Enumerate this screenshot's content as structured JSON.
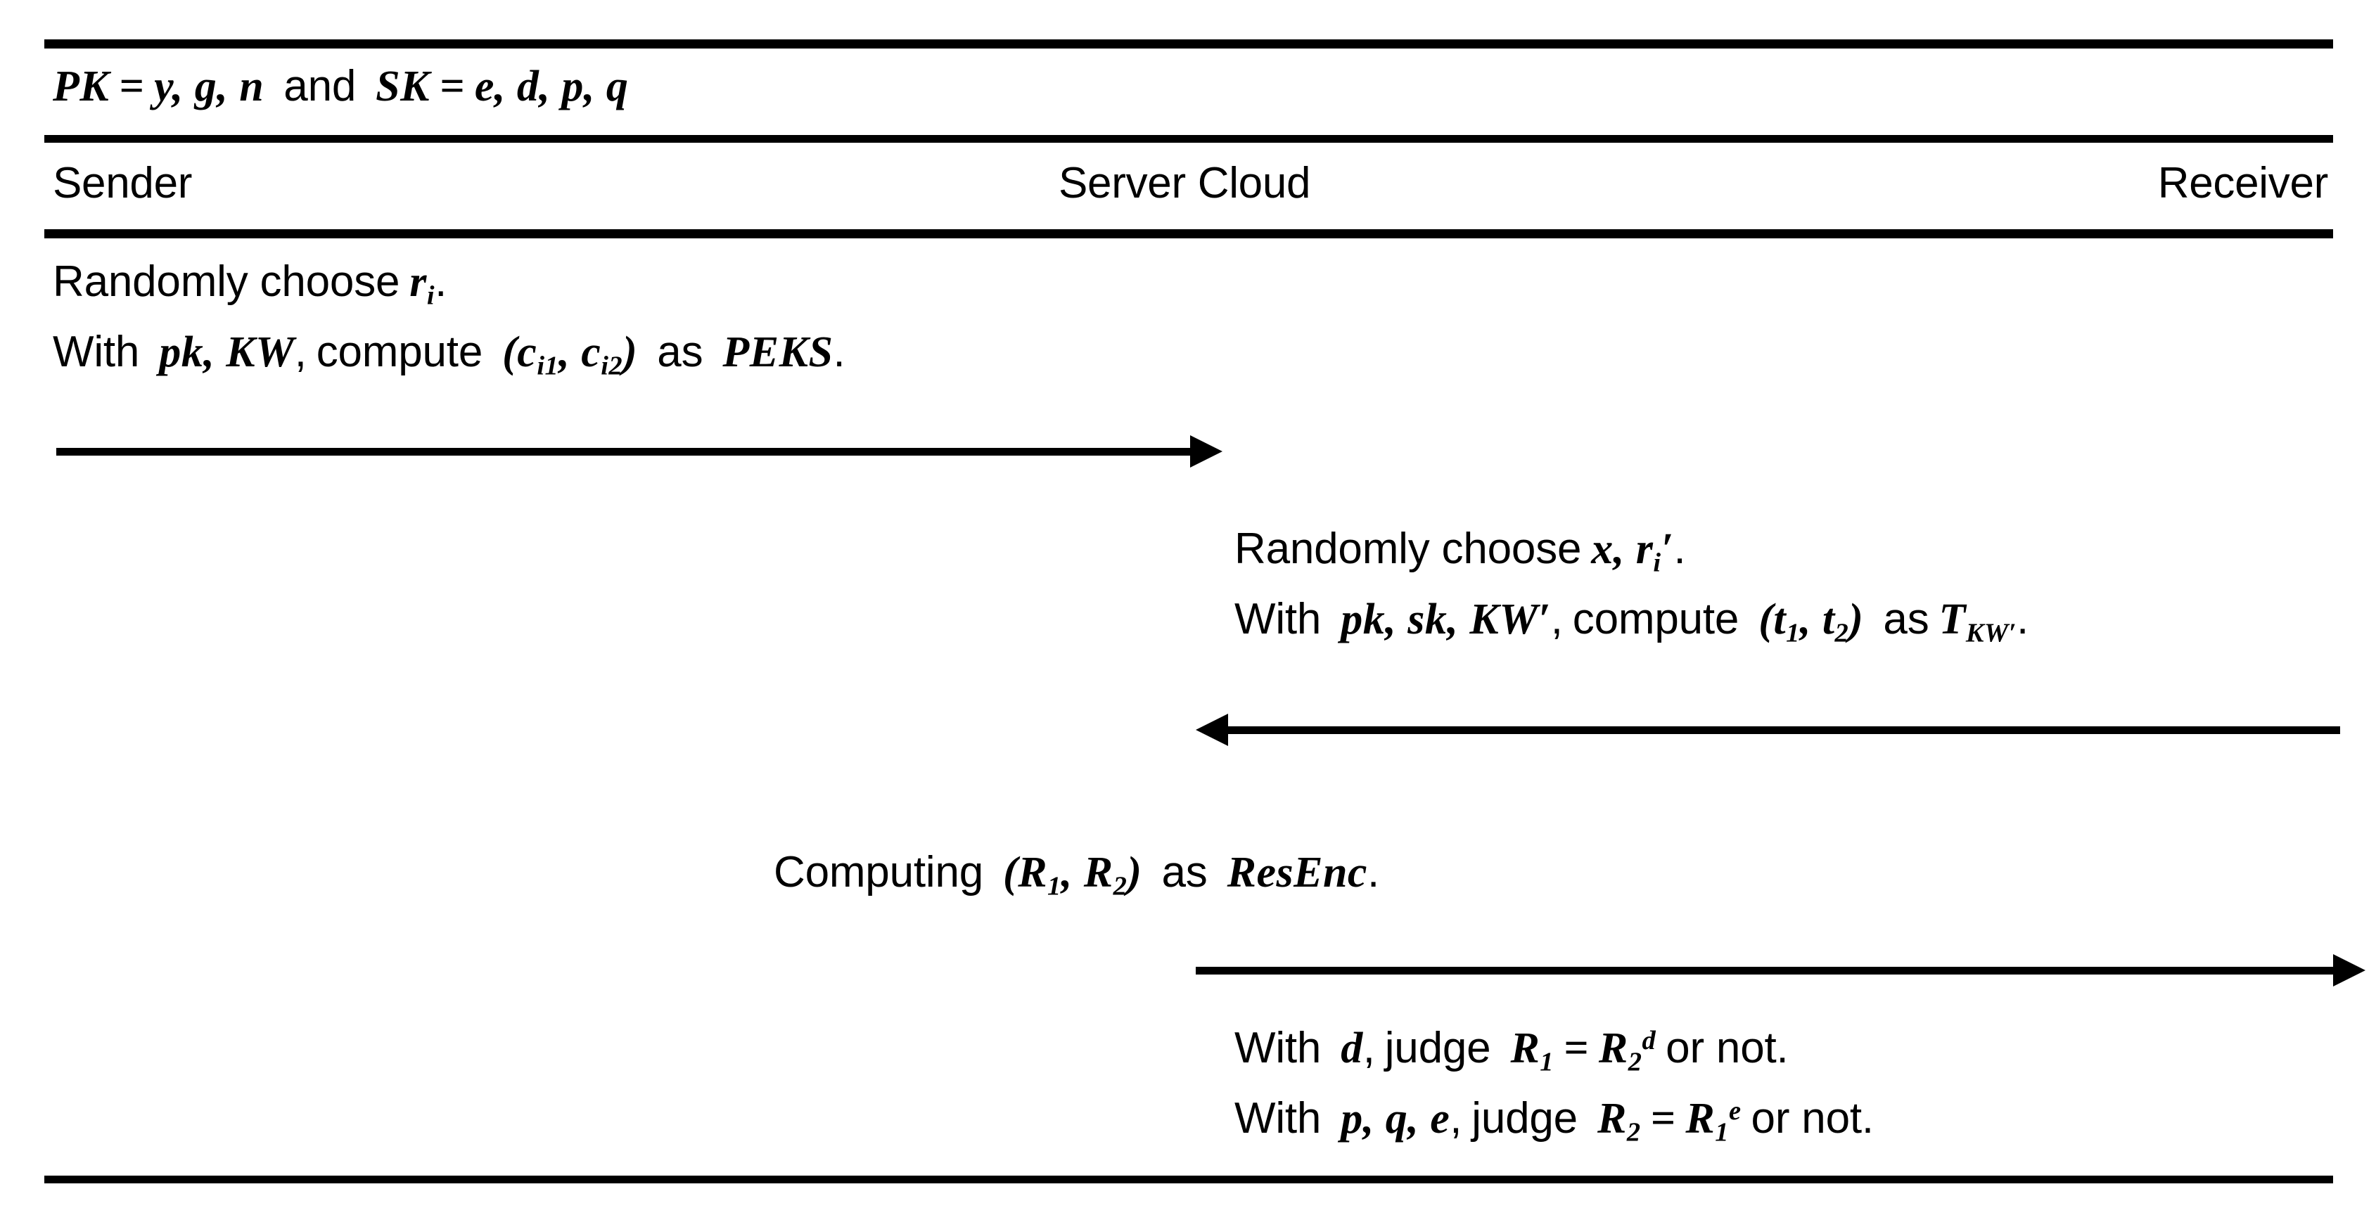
{
  "diagram": {
    "type": "protocol-sequence-diagram",
    "keys_line": {
      "pk_label": "PK",
      "pk_eq": "=",
      "pk_value": "y, g, n",
      "conjunction": "and",
      "sk_label": "SK",
      "sk_eq": "=",
      "sk_value": "e, d, p, q"
    },
    "columns": [
      {
        "id": "sender",
        "label": "Sender"
      },
      {
        "id": "server",
        "label": "Server Cloud"
      },
      {
        "id": "receiver",
        "label": "Receiver"
      }
    ],
    "steps": [
      {
        "id": "sender-step-1",
        "column": "sender",
        "lines": [
          {
            "id": "s1l1",
            "plain_prefix": "Randomly choose ",
            "math": "r_i",
            "plain_suffix": "."
          },
          {
            "id": "s1l2",
            "plain_prefix": "With ",
            "math": "pk, KW",
            "plain_mid": ", compute ",
            "math2": "(c_i1, c_i2)",
            "plain_mid2": " as ",
            "math3": "PEKS",
            "plain_suffix": "."
          }
        ]
      },
      {
        "id": "server-step-1",
        "column": "server",
        "lines": [
          {
            "id": "c1l1",
            "plain_prefix": "Randomly choose ",
            "math": "x, r_i'",
            "plain_suffix": "."
          },
          {
            "id": "c1l2",
            "plain_prefix": "With ",
            "math": "pk, sk, KW'",
            "plain_mid": ", compute ",
            "math2": "(t_1, t_2)",
            "plain_mid2": " as ",
            "math3": "T_KW'",
            "plain_suffix": "."
          }
        ]
      },
      {
        "id": "compute-resenc",
        "column": "center",
        "lines": [
          {
            "id": "rel1",
            "plain_prefix": "Computing ",
            "math": "(R_1, R_2)",
            "plain_mid": " as ",
            "math2": "ResEnc",
            "plain_suffix": "."
          }
        ]
      },
      {
        "id": "receiver-verify",
        "column": "receiver",
        "lines": [
          {
            "id": "rv1",
            "plain_prefix": "With ",
            "math": "d",
            "plain_mid": ", judge ",
            "math2": "R_1 = R_2^d",
            "plain_suffix": " or not."
          },
          {
            "id": "rv2",
            "plain_prefix": "With ",
            "math": "p, q, e",
            "plain_mid": ", judge ",
            "math2": "R_2 = R_1^e",
            "plain_suffix": " or not."
          }
        ]
      }
    ],
    "messages": [
      {
        "id": "msg-sender-to-server",
        "direction": "right",
        "from": "sender",
        "to": "server"
      },
      {
        "id": "msg-server-to-receiver",
        "direction": "left",
        "from": "receiver",
        "to": "server"
      },
      {
        "id": "msg-server-to-receiver-2",
        "direction": "right",
        "from": "server",
        "to": "receiver"
      }
    ],
    "text": {
      "randomly_choose": "Randomly choose",
      "with": "With",
      "compute": "compute",
      "computing": "Computing",
      "as": "as",
      "judge": "judge",
      "or_not": "or not",
      "and": "and",
      "comma": ",",
      "period": ".",
      "equals": "=",
      "PK": "PK",
      "SK": "SK",
      "pk": "pk",
      "sk": "sk",
      "KW": "KW",
      "KWp": "KW",
      "PEKS": "PEKS",
      "ResEnc": "ResEnc",
      "T": "T",
      "c": "c",
      "t": "t",
      "R": "R",
      "r": "r",
      "x": "x",
      "y": "y",
      "g": "g",
      "n": "n",
      "e": "e",
      "d": "d",
      "p": "p",
      "q": "q",
      "i": "i",
      "one": "1",
      "two": "2",
      "i1": "i1",
      "i2": "i2",
      "prime": "′"
    },
    "colors": {
      "ink": "#000000",
      "paper": "#ffffff"
    }
  }
}
